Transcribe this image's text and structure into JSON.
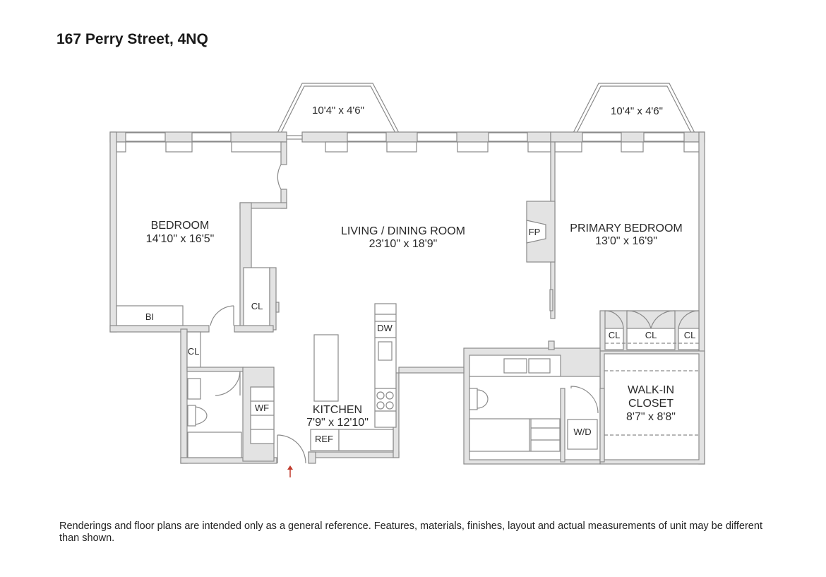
{
  "header": {
    "title": "167 Perry Street, 4NQ"
  },
  "bays": [
    {
      "dims": "10'4\" x 4'6\""
    },
    {
      "dims": "10'4\" x 4'6\""
    }
  ],
  "rooms": {
    "bedroom": {
      "name": "BEDROOM",
      "dims": "14'10\" x 16'5\""
    },
    "living": {
      "name": "LIVING / DINING ROOM",
      "dims": "23'10\" x 18'9\""
    },
    "primary": {
      "name": "PRIMARY BEDROOM",
      "dims": "13'0\" x 16'9\""
    },
    "kitchen": {
      "name": "KITCHEN",
      "dims": "7'9\" x 12'10\""
    },
    "walkin": {
      "name_line1": "WALK-IN",
      "name_line2": "CLOSET",
      "dims": "8'7\" x 8'8\""
    }
  },
  "fixtures": {
    "fp": "FP",
    "bi": "BI",
    "cl_bedroom": "CL",
    "cl_hall": "CL",
    "cl_primary_1": "CL",
    "cl_primary_2": "CL",
    "cl_primary_3": "CL",
    "dw": "DW",
    "wf": "WF",
    "ref": "REF",
    "wd": "W/D"
  },
  "entry_arrow_color": "#c0392b",
  "footer": {
    "disclaimer": "Renderings and floor plans are intended only as a general reference. Features, materials, finishes, layout and actual measurements of unit may be different than shown."
  }
}
